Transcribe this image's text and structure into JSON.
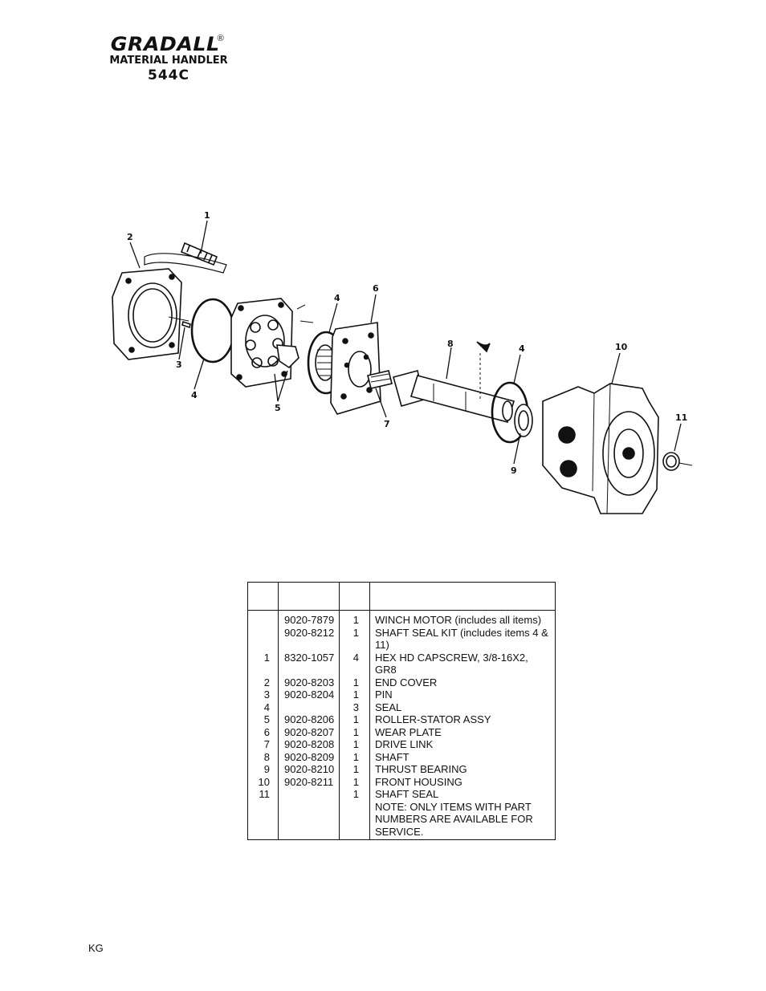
{
  "header": {
    "brand": "GRADALL",
    "registered": "®",
    "subtitle": "MATERIAL HANDLER",
    "model": "544C"
  },
  "diagram": {
    "callouts": [
      "1",
      "2",
      "3",
      "4",
      "4",
      "5",
      "6",
      "7",
      "8",
      "4",
      "9",
      "10",
      "11"
    ]
  },
  "parts_table": {
    "headers": [
      "",
      "",
      "",
      ""
    ],
    "rows": [
      {
        "item": "",
        "part": "9020-7879",
        "qty": "1",
        "desc": "WINCH MOTOR (includes all items)"
      },
      {
        "item": "",
        "part": "9020-8212",
        "qty": "1",
        "desc": "SHAFT SEAL KIT (includes items 4 & 11)"
      },
      {
        "item": "1",
        "part": "8320-1057",
        "qty": "4",
        "desc": "HEX HD CAPSCREW, 3/8-16X2, GR8"
      },
      {
        "item": "2",
        "part": "9020-8203",
        "qty": "1",
        "desc": "END COVER"
      },
      {
        "item": "3",
        "part": "9020-8204",
        "qty": "1",
        "desc": "PIN"
      },
      {
        "item": "4",
        "part": "",
        "qty": "3",
        "desc": "SEAL"
      },
      {
        "item": "5",
        "part": "9020-8206",
        "qty": "1",
        "desc": "ROLLER-STATOR ASSY"
      },
      {
        "item": "6",
        "part": "9020-8207",
        "qty": "1",
        "desc": "WEAR PLATE"
      },
      {
        "item": "7",
        "part": "9020-8208",
        "qty": "1",
        "desc": "DRIVE LINK"
      },
      {
        "item": "8",
        "part": "9020-8209",
        "qty": "1",
        "desc": "SHAFT"
      },
      {
        "item": "9",
        "part": "9020-8210",
        "qty": "1",
        "desc": "THRUST BEARING"
      },
      {
        "item": "10",
        "part": "9020-8211",
        "qty": "1",
        "desc": "FRONT HOUSING"
      },
      {
        "item": "11",
        "part": "",
        "qty": "1",
        "desc": "SHAFT SEAL"
      },
      {
        "item": "",
        "part": "",
        "qty": "",
        "desc": ""
      },
      {
        "item": "",
        "part": "",
        "qty": "",
        "desc": "NOTE:  ONLY ITEMS WITH PART NUMBERS ARE AVAILABLE FOR SERVICE."
      }
    ]
  },
  "footer": {
    "code": "KG"
  }
}
